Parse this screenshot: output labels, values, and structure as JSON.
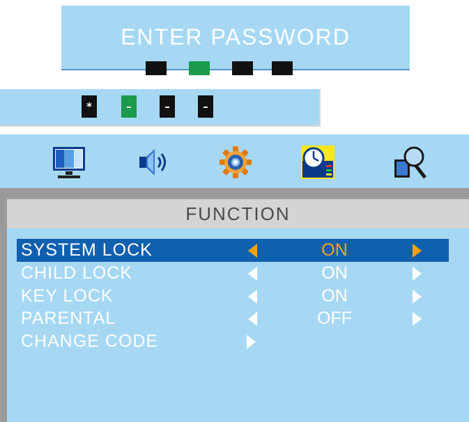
{
  "password_dialog": {
    "title": "ENTER PASSWORD"
  },
  "code_input": {
    "digits": [
      "*",
      "–",
      "–",
      "–"
    ]
  },
  "tabs": [
    {
      "icon": "monitor-icon",
      "name": "picture"
    },
    {
      "icon": "speaker-icon",
      "name": "sound"
    },
    {
      "icon": "gear-icon",
      "name": "setup"
    },
    {
      "icon": "clock-icon",
      "name": "function"
    },
    {
      "icon": "magnifier-icon",
      "name": "search"
    }
  ],
  "menu": {
    "header": "FUNCTION",
    "items": [
      {
        "label": "SYSTEM LOCK",
        "value": "ON",
        "selected": true
      },
      {
        "label": "CHILD LOCK",
        "value": "ON",
        "selected": false
      },
      {
        "label": "KEY LOCK",
        "value": "ON",
        "selected": false
      },
      {
        "label": "PARENTAL",
        "value": "OFF",
        "selected": false
      },
      {
        "label": "CHANGE CODE",
        "value": "",
        "selected": false
      }
    ]
  },
  "colors": {
    "panel": "#a6d8f4",
    "highlight": "#1060b0",
    "accent": "#f6a40a",
    "active_slot": "#1a9a4a",
    "header_bg": "#d4d4d4"
  }
}
